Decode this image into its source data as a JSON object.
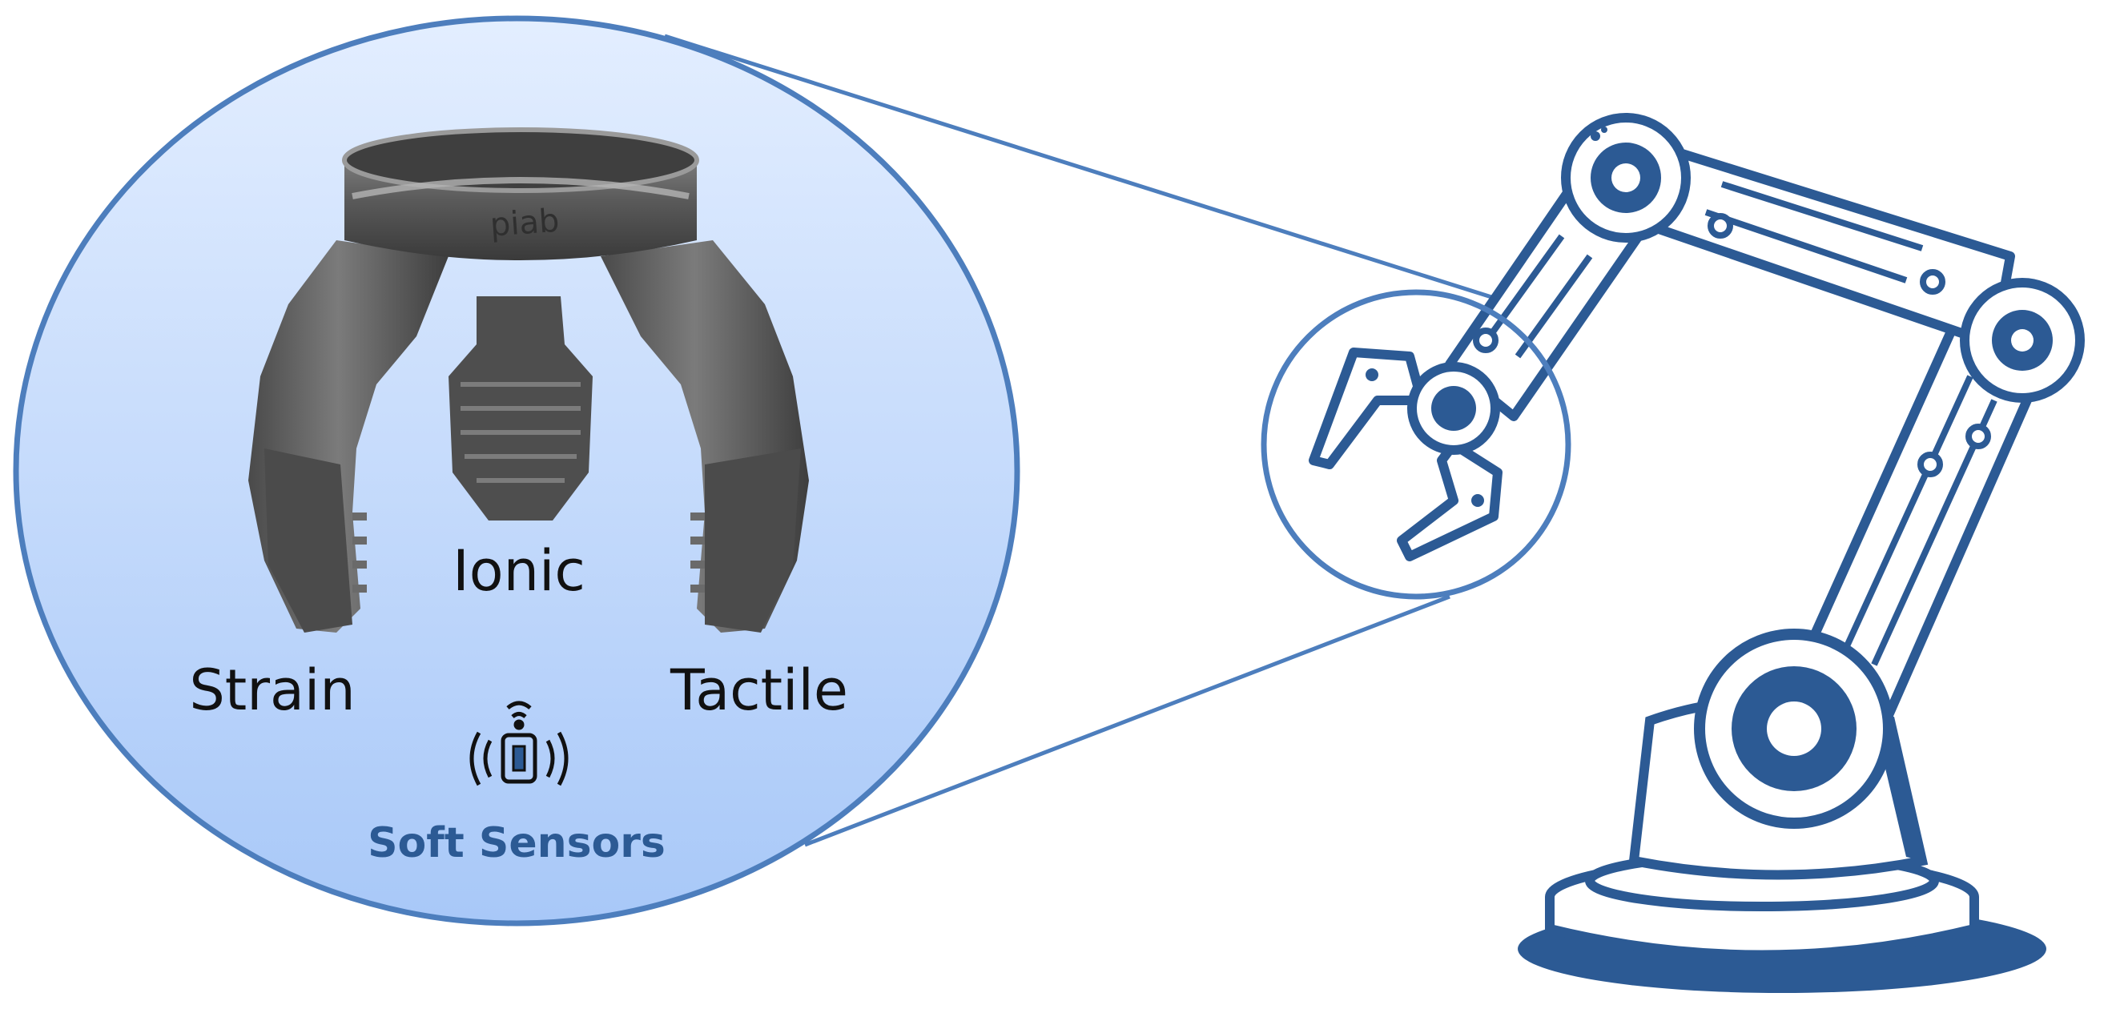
{
  "labels": {
    "ionic": "Ionic",
    "strain": "Strain",
    "tactile": "Tactile",
    "soft_sensors": "Soft Sensors",
    "brand_mark": "piab"
  },
  "colors": {
    "navy": "#2c5a94",
    "outline_blue": "#4d7ebd",
    "bubble_top": "#e3eeff",
    "bubble_bottom": "#a8c8f8",
    "gripper_gray": "#5e5e5e",
    "label_black": "#111111",
    "background": "#ffffff"
  },
  "icons": {
    "gripper": "soft-gripper-image",
    "sensor": "wireless-sensor-icon",
    "robot": "robot-arm-icon"
  }
}
